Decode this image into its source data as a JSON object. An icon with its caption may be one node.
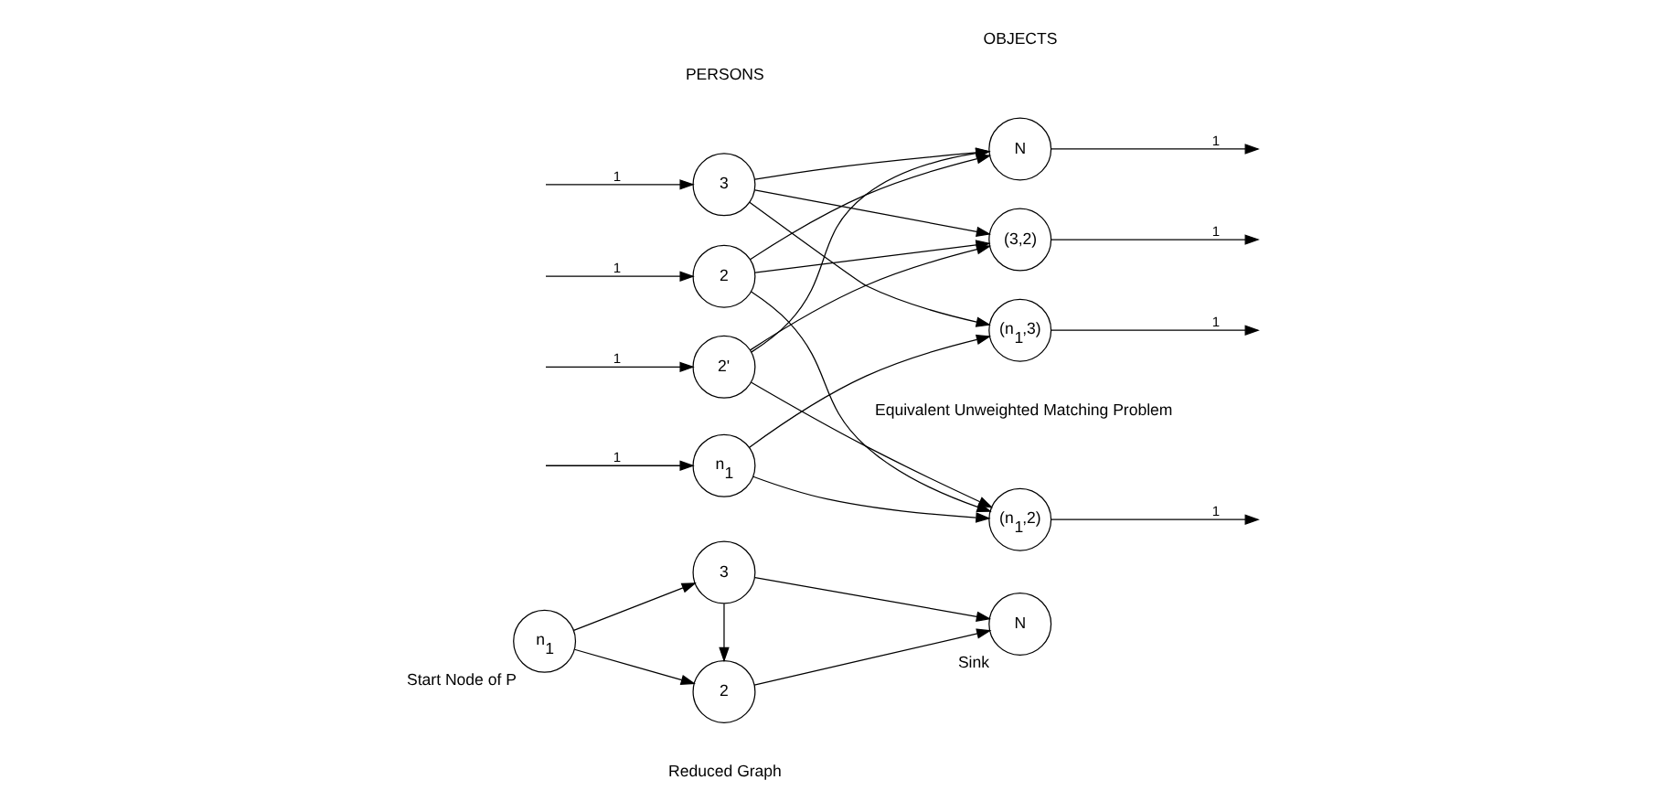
{
  "diagram": {
    "nodes": [
      {
        "text": [
          "n$_{1}$"
        ],
        "beside": [
          "Start Node of P"
        ]
      },
      {
        "text": [
          "2"
        ]
      },
      {
        "text": [
          "3"
        ]
      },
      {
        "text": [
          "N"
        ],
        "beside": [
          "Sink"
        ]
      },
      {
        "text": [
          "3"
        ]
      },
      {
        "text": [
          "2'"
        ]
      },
      {
        "text": [
          "2"
        ]
      },
      {
        "text": [
          "n$_{1}$"
        ]
      },
      {
        "text": [
          "N"
        ]
      },
      {
        "text": [
          "(3,2)"
        ]
      },
      {
        "text": [
          "(n$_{1}$,3)"
        ]
      },
      {
        "text": [
          "(n$_{1}$,2)"
        ]
      }
    ],
    "edges": [
      {
        "from": 0,
        "to": 1,
        "arrow": "to"
      },
      {
        "from": 0,
        "to": 2,
        "arrow": "to"
      },
      {
        "from": 2,
        "to": 1,
        "arrow": "to"
      },
      {
        "from": 1,
        "to": 3,
        "arrow": "to"
      },
      {
        "from": 2,
        "to": 3,
        "arrow": "to"
      },
      {
        "from": null,
        "to": 4,
        "arrow": "to",
        "label": "1"
      },
      {
        "from": null,
        "to": 5,
        "arrow": "to",
        "label": "1"
      },
      {
        "from": null,
        "to": 6,
        "arrow": "to",
        "label": "1"
      },
      {
        "from": null,
        "to": 7,
        "arrow": "to",
        "label": "1"
      },
      {
        "from": 4,
        "to": 8,
        "arrow": "to"
      },
      {
        "from": 4,
        "to": 9,
        "arrow": "to"
      },
      {
        "from": 4,
        "to": 10,
        "arrow": "to"
      },
      {
        "from": 5,
        "to": 8,
        "arrow": "to"
      },
      {
        "from": 5,
        "to": 9,
        "arrow": "to"
      },
      {
        "from": 5,
        "to": 11,
        "arrow": "to"
      },
      {
        "from": 6,
        "to": 8,
        "arrow": "to"
      },
      {
        "from": 6,
        "to": 9,
        "arrow": "to"
      },
      {
        "from": 6,
        "to": 11,
        "arrow": "to"
      },
      {
        "from": 7,
        "to": 10,
        "arrow": "to"
      },
      {
        "from": 7,
        "to": 11,
        "arrow": "to"
      },
      {
        "from": 8,
        "to": null,
        "arrow": "to",
        "label": "1"
      },
      {
        "from": 9,
        "to": null,
        "arrow": "to",
        "label": "1"
      },
      {
        "from": 10,
        "to": null,
        "arrow": "to",
        "label": "1"
      },
      {
        "from": 11,
        "to": null,
        "arrow": "to",
        "label": "1"
      }
    ],
    "labels": [
      "PERSONS",
      "OBJECTS",
      "Reduced Graph",
      "Equivalent Unweighted Matching Problem"
    ]
  }
}
